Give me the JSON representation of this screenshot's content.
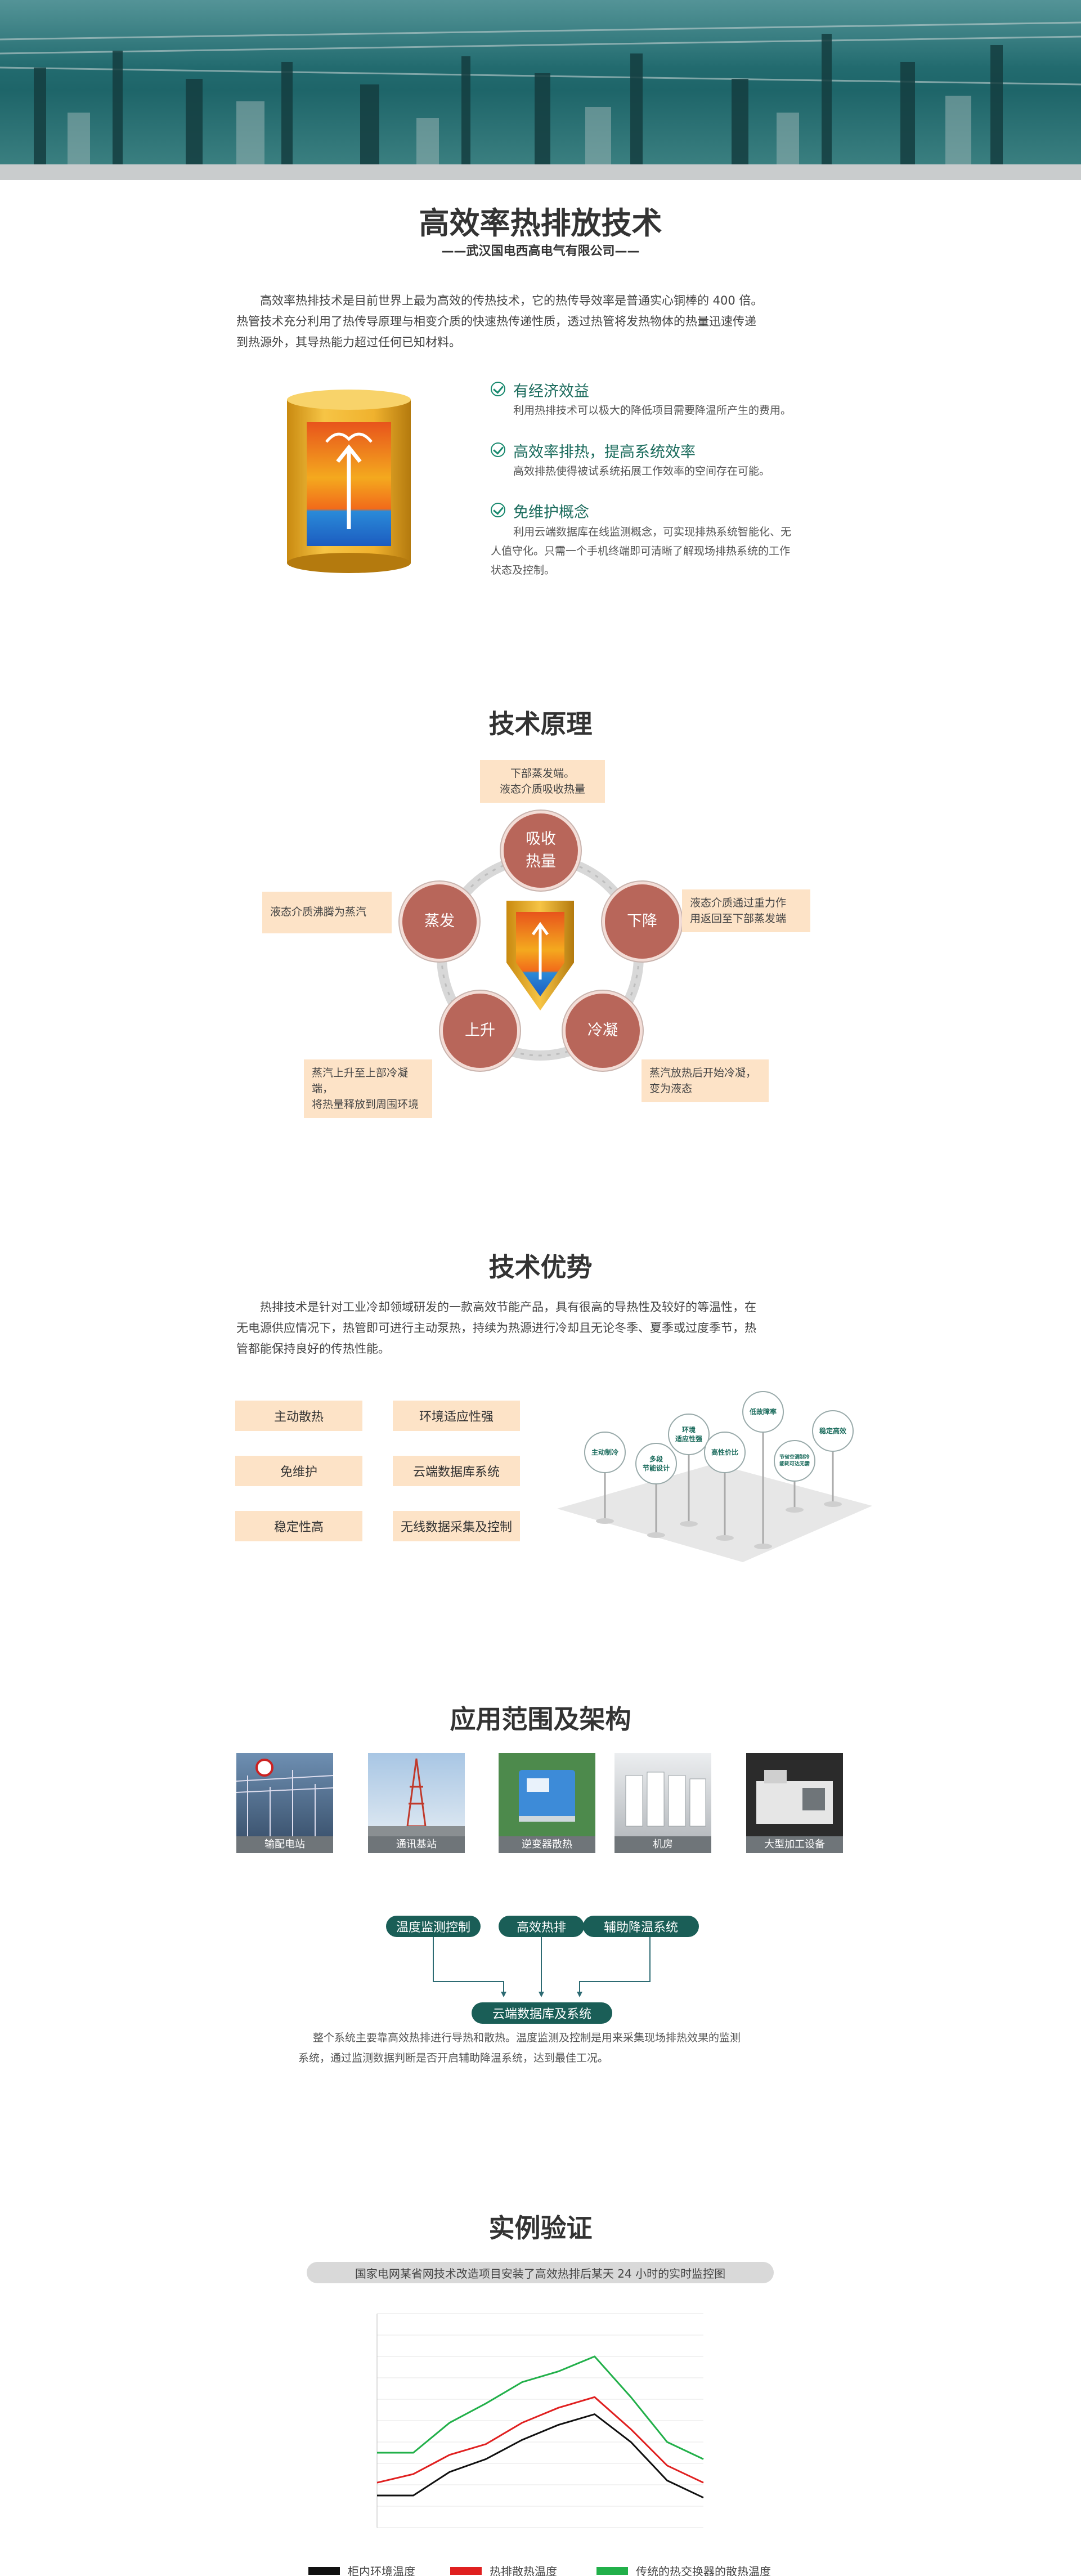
{
  "section1": {
    "title": "高效率热排放技术",
    "subtitle": "——武汉国电西高电气有限公司——",
    "intro_line1": "高效率热排技术是目前世界上最为高效的传热技术，它的热传导效率是普通实心铜棒的 400 倍。",
    "intro_line2": "热管技术充分利用了热传导原理与相变介质的快速热传递性质，透过热管将发热物体的热量迅速传递",
    "intro_line3": "到热源外，其导热能力超过任何已知材料。",
    "features": [
      {
        "title": "有经济效益",
        "desc": [
          "利用热排技术可以极大的降低项目需要降温所产生的费用。"
        ]
      },
      {
        "title": "高效率排热，提高系统效率",
        "desc": [
          "高效排热使得被试系统拓展工作效率的空间存在可能。"
        ]
      },
      {
        "title": "免维护概念",
        "desc": [
          "利用云端数据库在线监测概念，可实现排热系统智能化、无",
          "人值守化。只需一个手机终端即可清晰了解现场排热系统的工作",
          "状态及控制。"
        ]
      }
    ]
  },
  "section2": {
    "title": "技术原理",
    "circles": {
      "absorb": "吸收\n热量",
      "descend": "下降",
      "condense": "冷凝",
      "rise": "上升",
      "evaporate": "蒸发"
    },
    "notes": {
      "top": [
        "下部蒸发端。",
        "液态介质吸收热量"
      ],
      "right": [
        "液态介质通过重力作",
        "用返回至下部蒸发端"
      ],
      "bottom_right": [
        "蒸汽放热后开始冷凝，",
        "变为液态"
      ],
      "bottom_left": [
        "蒸汽上升至上部冷凝端，",
        "将热量释放到周围环境"
      ],
      "left": [
        "液态介质沸腾为蒸汽"
      ]
    }
  },
  "section3": {
    "title": "技术优势",
    "intro_line1": "热排技术是针对工业冷却领域研发的一款高效节能产品，具有很高的导热性及较好的等温性，在",
    "intro_line2": "无电源供应情况下，热管即可进行主动泵热，持续为热源进行冷却且无论冬季、夏季或过度季节，热",
    "intro_line3": "管都能保持良好的传热性能。",
    "buttons": [
      "主动散热",
      "环境适应性强",
      "免维护",
      "云端数据库系统",
      "稳定性高",
      "无线数据采集及控制"
    ],
    "pins": [
      "主动制冷",
      "多段\n节能设计",
      "环境\n适应性强",
      "高性价比",
      "低故障率",
      "节省空调制冷\n能耗可达无需",
      "稳定高效"
    ]
  },
  "section4": {
    "title": "应用范围及架构",
    "tiles": [
      "输配电站",
      "通讯基站",
      "逆变器散热",
      "机房",
      "大型加工设备"
    ],
    "pills": [
      "温度监测控制",
      "高效热排",
      "辅助降温系统"
    ],
    "bottom_pill": "云端数据库及系统",
    "desc_line1": "整个系统主要靠高效热排进行导热和散热。温度监测及控制是用来采集现场排热效果的监测",
    "desc_line2": "系统，通过监测数据判断是否开启辅助降温系统，达到最佳工况。"
  },
  "section5": {
    "title": "实例验证",
    "caption": "国家电网某省网技术改造项目安装了高效热排后某天 24 小时的实时监控图",
    "legend": [
      "柜内环境温度",
      "热排散热温度",
      "传统的热交换器的散热温度"
    ],
    "colors": {
      "black": "#111111",
      "red": "#e02020",
      "green": "#22b04a"
    }
  },
  "chart_data": {
    "type": "line",
    "categories": [
      "",
      "",
      "",
      "",
      "",
      "",
      "",
      "",
      "",
      ""
    ],
    "ylim": [
      0,
      10
    ],
    "series": [
      {
        "values": [
          1.5,
          1.5,
          2.6,
          3.2,
          4.1,
          4.8,
          5.3,
          4.0,
          2.2,
          1.4
        ]
      },
      {
        "values": [
          2.1,
          2.5,
          3.4,
          3.9,
          4.9,
          5.6,
          6.1,
          4.6,
          2.9,
          2.1
        ]
      },
      {
        "values": [
          3.5,
          3.5,
          4.9,
          5.8,
          6.8,
          7.3,
          8.0,
          6.1,
          4.0,
          3.2
        ]
      }
    ]
  }
}
